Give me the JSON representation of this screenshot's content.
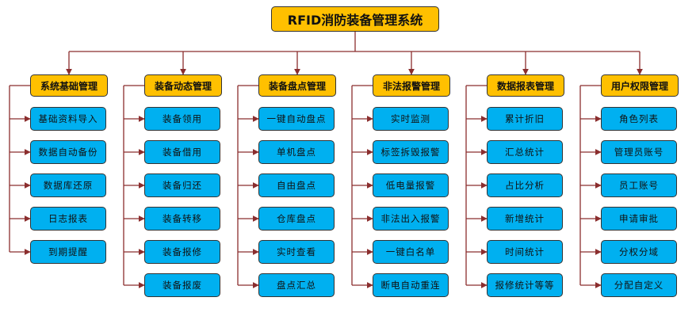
{
  "diagram": {
    "title": "RFID消防装备管理系统",
    "colors": {
      "root_fill": "#FFC000",
      "category_fill": "#FFC000",
      "item_fill": "#00B0F0",
      "connector": "#8B2E2E"
    },
    "categories": [
      {
        "label": "系统基础管理",
        "items": [
          "基础资料导入",
          "数据自动备份",
          "数据库还原",
          "日志报表",
          "到期提醒"
        ]
      },
      {
        "label": "装备动态管理",
        "items": [
          "装备领用",
          "装备借用",
          "装备归还",
          "装备转移",
          "装备报修",
          "装备报废"
        ]
      },
      {
        "label": "装备盘点管理",
        "items": [
          "一键自动盘点",
          "单机盘点",
          "自由盘点",
          "仓库盘点",
          "实时查看",
          "盘点汇总"
        ]
      },
      {
        "label": "非法报警管理",
        "items": [
          "实时监测",
          "标签拆毁报警",
          "低电量报警",
          "非法出入报警",
          "一键白名单",
          "断电自动重连"
        ]
      },
      {
        "label": "数据报表管理",
        "items": [
          "累计折旧",
          "汇总统计",
          "占比分析",
          "新增统计",
          "时间统计",
          "报修统计等等"
        ]
      },
      {
        "label": "用户权限管理",
        "items": [
          "角色列表",
          "管理员账号",
          "员工账号",
          "申请审批",
          "分权分域",
          "分配自定义"
        ]
      }
    ]
  }
}
